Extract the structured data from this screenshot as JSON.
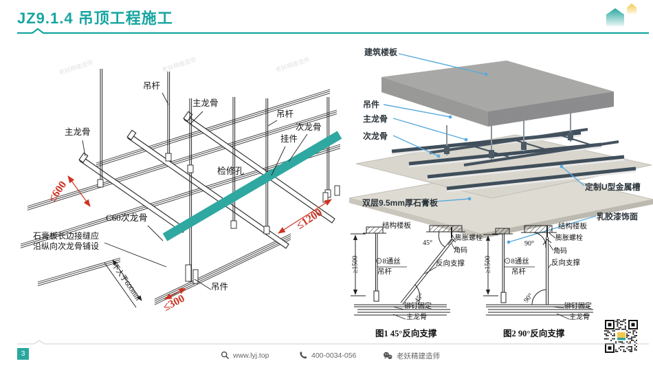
{
  "header": {
    "title": "JZ9.1.4 吊顶工程施工"
  },
  "watermark": "老妖精建造师",
  "left_diagram": {
    "labels": {
      "hanger_rod": "吊杆",
      "main_keel": "主龙骨",
      "sub_keel": "次龙骨",
      "clip": "挂件",
      "access_hole": "检修孔",
      "c60_sub_keel": "C60次龙骨",
      "note_line1": "石膏板长边接缝应",
      "note_line2": "沿纵向次龙骨铺设",
      "hanger": "吊件",
      "dim_600": "≤600",
      "dim_1200": "≤1200",
      "dim_300": "≤300",
      "dim_600mm": "不大于600mm"
    }
  },
  "render": {
    "labels": {
      "floor_slab": "建筑楼板",
      "hanger": "吊件",
      "main_keel": "主龙骨",
      "sub_keel": "次龙骨",
      "u_channel": "定制U型金属槽",
      "gypsum_board": "双层9.5mm厚石膏板",
      "latex_paint": "乳胶漆饰面"
    }
  },
  "details": {
    "common": {
      "slab": "结构楼板",
      "anchor_bolt": "膨胀螺栓",
      "angle_code": "角码",
      "rod_spec": "⊙8通丝",
      "rod": "吊杆",
      "reverse_support": "反向支撑",
      "rivet": "铆钉固定",
      "main_keel": "主龙骨",
      "min_height": "≥1500"
    },
    "fig1": {
      "angle": "45°",
      "caption": "图1  45°反向支撑"
    },
    "fig2": {
      "angle": "90°",
      "caption": "图2  90°反向支撑"
    }
  },
  "footer": {
    "page": "3",
    "website": "www.lyj.top",
    "phone": "400-0034-056",
    "brand": "老妖精建造师"
  },
  "colors": {
    "accent_teal": "#16a5a0",
    "stripe_teal": "#2fa8a1",
    "dim_red": "#cc3322",
    "leader_blue": "#58aadc",
    "logo_yellow": "#f2c94c"
  }
}
